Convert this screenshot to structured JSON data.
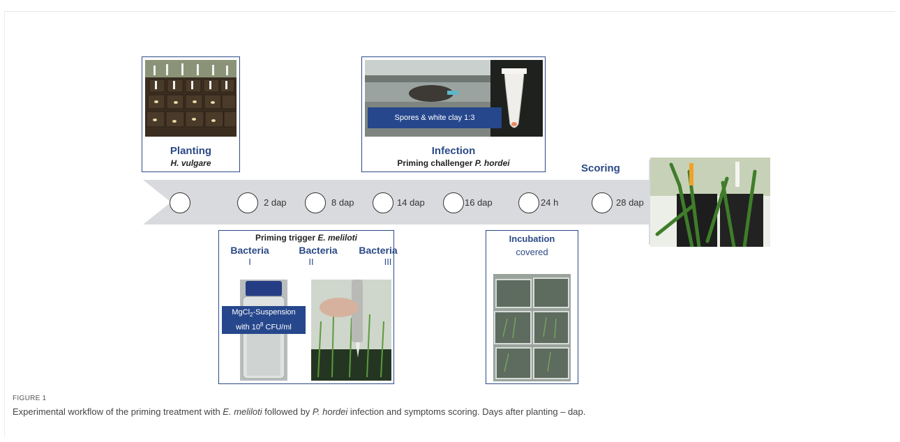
{
  "planting": {
    "title": "Planting",
    "species": "H. vulgare"
  },
  "infection": {
    "title": "Infection",
    "sub_prefix": "Priming challenger ",
    "sub_species": "P. hordei",
    "banner": "Spores & white clay 1:3"
  },
  "scoring": {
    "title": "Scoring"
  },
  "timeline": {
    "labels": [
      "",
      "2 dap",
      "8 dap",
      "14 dap",
      "16 dap",
      "24 h",
      "28 dap"
    ]
  },
  "priming": {
    "title_prefix": "Priming trigger ",
    "title_species": "E. meliloti",
    "bacteria": [
      {
        "name": "Bacteria",
        "num": "I"
      },
      {
        "name": "Bacteria",
        "num": "II"
      },
      {
        "name": "Bacteria",
        "num": "III"
      }
    ],
    "banner_line1_a": "MgCl",
    "banner_line1_sub": "2",
    "banner_line1_b": "-Suspension",
    "banner_line2_a": "with 10",
    "banner_line2_sup": "8",
    "banner_line2_b": " CFU/ml"
  },
  "incubation": {
    "title": "Incubation",
    "sub": "covered"
  },
  "caption": {
    "label": "FIGURE 1",
    "t1": "Experimental workflow of the priming treatment with ",
    "s1": "E. meliloti",
    "t2": " followed by ",
    "s2": "P. hordei",
    "t3": " infection and symptoms scoring. Days after planting – dap."
  },
  "colors": {
    "accent": "#2b4a86",
    "arrow": "#d9dadd",
    "banner": "#26478c"
  }
}
